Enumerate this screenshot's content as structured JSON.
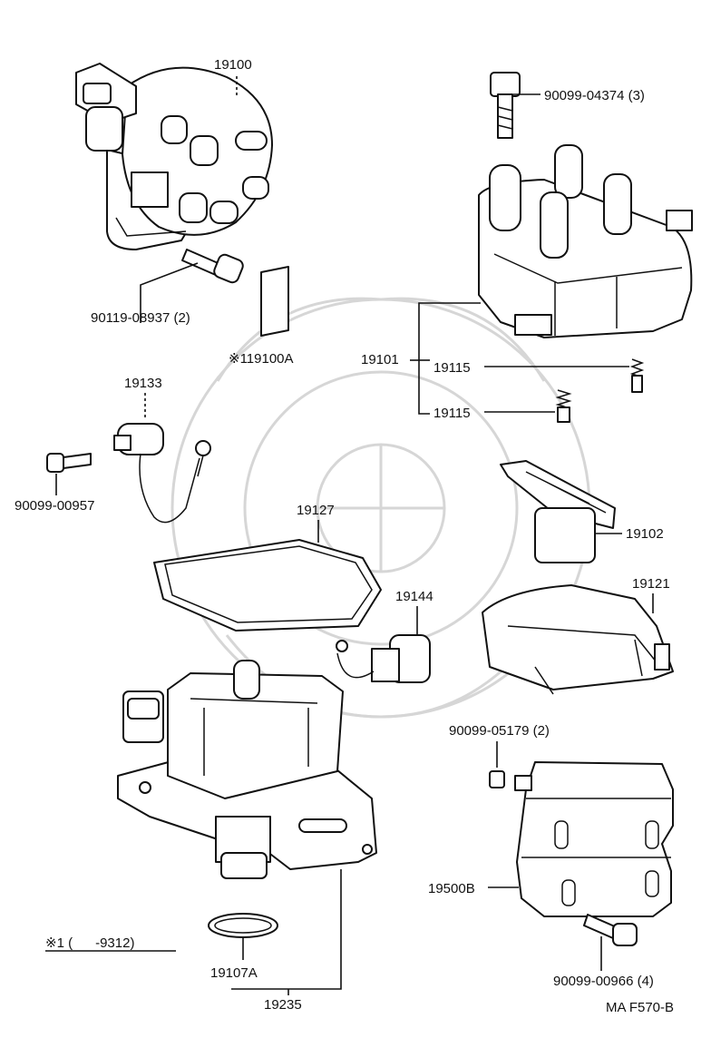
{
  "diagram": {
    "labels": {
      "p19100": "19100",
      "p90099_04374": "90099-04374 (3)",
      "p90119_08937": "90119-08937 (2)",
      "p19100A": "※119100A",
      "p19101": "19101",
      "p19115a": "19115",
      "p19115b": "19115",
      "p19133": "19133",
      "p90099_00957": "90099-00957",
      "p19127": "19127",
      "p19102": "19102",
      "p19144": "19144",
      "p19121": "19121",
      "p90099_05179": "90099-05179 (2)",
      "p19500B": "19500B",
      "p90099_00966": "90099-00966 (4)",
      "p19107A": "19107A",
      "p19235": "19235",
      "note": "※1 (      -9312)",
      "ref": "MA F570-B"
    }
  }
}
